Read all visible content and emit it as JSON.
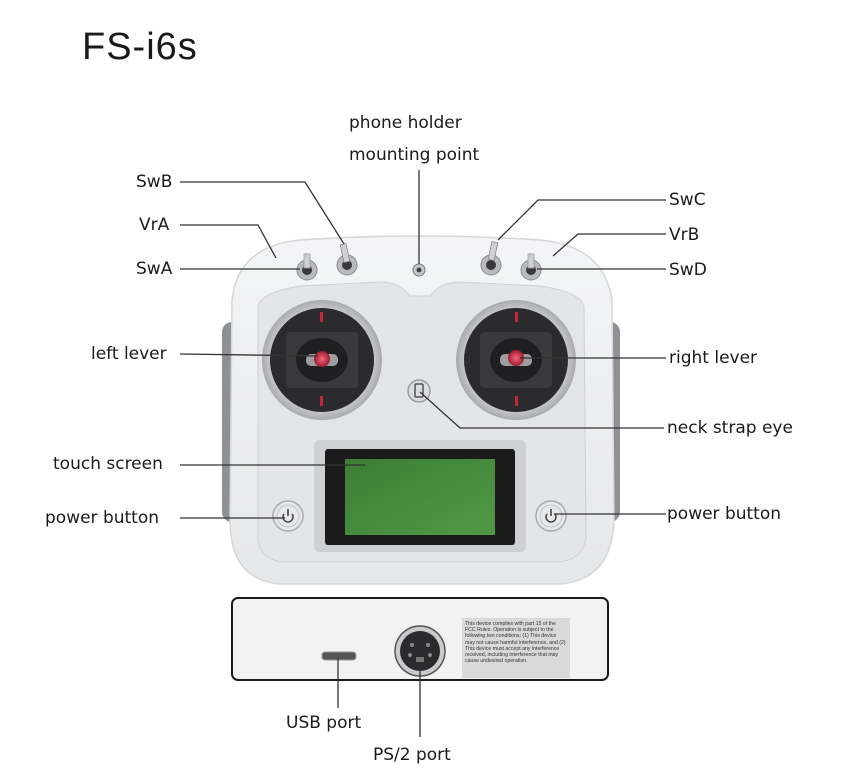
{
  "title": "FS-i6s",
  "labels": {
    "phone_holder_line1": "phone holder",
    "phone_holder_line2": "mounting point",
    "swb": "SwB",
    "vra": "VrA",
    "swa": "SwA",
    "swc": "SwC",
    "vrb": "VrB",
    "swd": "SwD",
    "left_lever": "left lever",
    "right_lever": "right lever",
    "neck_strap_eye": "neck strap eye",
    "touch_screen": "touch screen",
    "power_button_left": "power button",
    "power_button_right": "power button",
    "usb_port": "USB port",
    "ps2_port": "PS/2 port"
  },
  "fcc_notice": "This device complies with part 15 of the FCC Rules. Operation is subject to the following two conditions: (1) This device may not cause harmful interference, and (2) This device must accept any interference received, including interference that may cause undesired operation.",
  "colors": {
    "body": "#eeeff1",
    "panel": "#e3e4e7",
    "grip": "#8f9094",
    "stick": "#2b2b2d",
    "accent_red": "#c4263a",
    "screen": "#3f8a3a",
    "line": "#333333"
  }
}
